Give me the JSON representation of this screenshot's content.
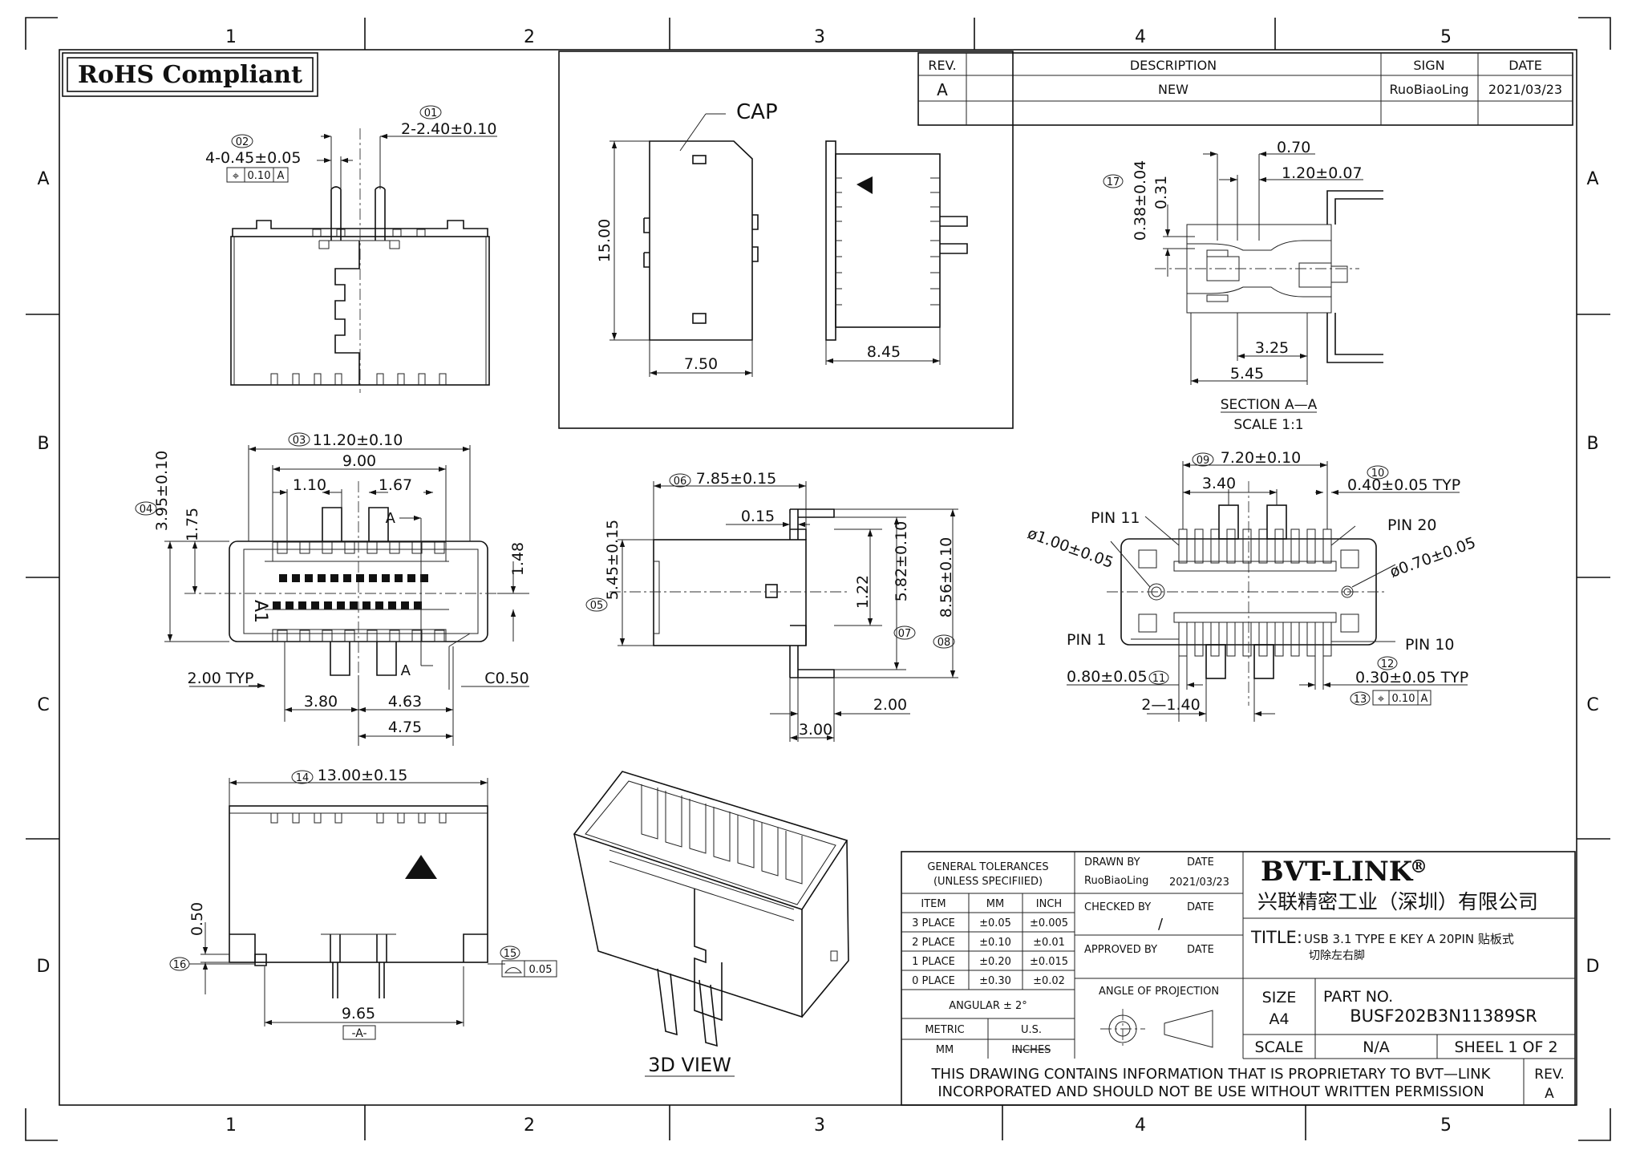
{
  "border": {
    "columns": [
      "1",
      "2",
      "3",
      "4",
      "5"
    ],
    "rows": [
      "A",
      "B",
      "C",
      "D"
    ]
  },
  "rohs": "RoHS Compliant",
  "revision_table": {
    "headers": [
      "REV.",
      "DESCRIPTION",
      "SIGN",
      "DATE"
    ],
    "rows": [
      [
        "A",
        "NEW",
        "RuoBiaoLing",
        "2021/03/23"
      ]
    ]
  },
  "callouts": {
    "c01": "01",
    "c02": "02",
    "c03": "03",
    "c04": "04",
    "c05": "05",
    "c06": "06",
    "c07": "07",
    "c08": "08",
    "c09": "09",
    "c10": "10",
    "c11": "11",
    "c12": "12",
    "c13": "13",
    "c14": "14",
    "c15": "15",
    "c16": "16",
    "c17": "17"
  },
  "dims": {
    "top_pitch": "2-2.40±0.10",
    "top_pin": "4-0.45±0.05",
    "fcf_sym": "⌖",
    "fcf_tol": "0.10",
    "fcf_ref": "A",
    "cap": "CAP",
    "cap_h": "15.00",
    "cap_w": "7.50",
    "cap_side": "8.45",
    "sec_070": "0.70",
    "sec_120": "1.20±0.07",
    "sec_038": "0.38±0.04",
    "sec_031": "0.31",
    "sec_325": "3.25",
    "sec_545": "5.45",
    "section_title": "SECTION A—A",
    "section_scale": "SCALE 1:1",
    "f_1120": "11.20±0.10",
    "f_900": "9.00",
    "f_110": "1.10",
    "f_167": "1.67",
    "f_395": "3.95±0.10",
    "f_175": "1.75",
    "f_148": "1.48",
    "f_a_up": "A",
    "f_a_dn": "A",
    "f_a1": "A1",
    "f_200typ": "2.00  TYP",
    "f_c050": "C0.50",
    "f_380": "3.80",
    "f_463": "4.63",
    "f_475": "4.75",
    "s_785": "7.85±0.15",
    "s_015": "0.15",
    "s_545": "5.45±0.15",
    "s_122": "1.22",
    "s_582": "5.82±0.10",
    "s_856": "8.56±0.10",
    "s_200": "2.00",
    "s_300": "3.00",
    "p_720": "7.20±0.10",
    "p_340": "3.40",
    "p_040": "0.40±0.05  TYP",
    "p_pin11": "PIN  11",
    "p_pin20": "PIN  20",
    "p_pin1": "PIN  1",
    "p_pin10": "PIN  10",
    "p_100": "ø1.00±0.05",
    "p_070": "ø0.70±0.05",
    "p_080": "0.80±0.05",
    "p_030": "0.30±0.05  TYP",
    "p_140": "2—1.40",
    "b_1300": "13.00±0.15",
    "b_050": "0.50",
    "b_965": "9.65",
    "b_datum": "-A-",
    "b_flat_tol": "0.05",
    "view3d": "3D  VIEW"
  },
  "title_block": {
    "tol_head1": "GENERAL  TOLERANCES",
    "tol_head2": "(UNLESS  SPECIFIIED)",
    "tol_cols": [
      "ITEM",
      "MM",
      "INCH"
    ],
    "tol_rows": [
      [
        "3  PLACE",
        "±0.05",
        "±0.005"
      ],
      [
        "2  PLACE",
        "±0.10",
        "±0.01"
      ],
      [
        "1  PLACE",
        "±0.20",
        "±0.015"
      ],
      [
        "0  PLACE",
        "±0.30",
        "±0.02"
      ]
    ],
    "angular": "ANGULAR  ±  2°",
    "metric": "METRIC",
    "us": "U.S.",
    "mm": "MM",
    "inches": "INCHES",
    "drawn_by": "DRAWN  BY",
    "drawn_name": "RuoBiaoLing",
    "date_lbl": "DATE",
    "drawn_date": "2021/03/23",
    "checked_by": "CHECKED  BY",
    "checked_date_lbl": "DATE",
    "checked_mark": "/",
    "approved_by": "APPROVED  BY",
    "approved_date_lbl": "DATE",
    "angle_proj": "ANGLE  OF  PROJECTION",
    "company": "BVT-LINK",
    "reg": "®",
    "company_cn": "兴联精密工业（深圳）有限公司",
    "title_lbl": "TITLE:",
    "title_text": "USB  3.1  TYPE  E  KEY  A  20PIN  贴板式",
    "title_text2": "切除左右脚",
    "size_lbl": "SIZE",
    "size": "A4",
    "partno_lbl": "PART  NO.",
    "partno": "BUSF202B3N11389SR",
    "scale_lbl": "SCALE",
    "scale": "N/A",
    "sheet": "SHEEL  1  OF  2",
    "notice1": "THIS  DRAWING  CONTAINS  INFORMATION  THAT  IS  PROPRIETARY  TO  BVT—LINK",
    "notice2": "INCORPORATED  AND  SHOULD  NOT  BE  USE  WITHOUT  WRITTEN  PERMISSION",
    "rev_lbl": "REV.",
    "rev": "A"
  }
}
